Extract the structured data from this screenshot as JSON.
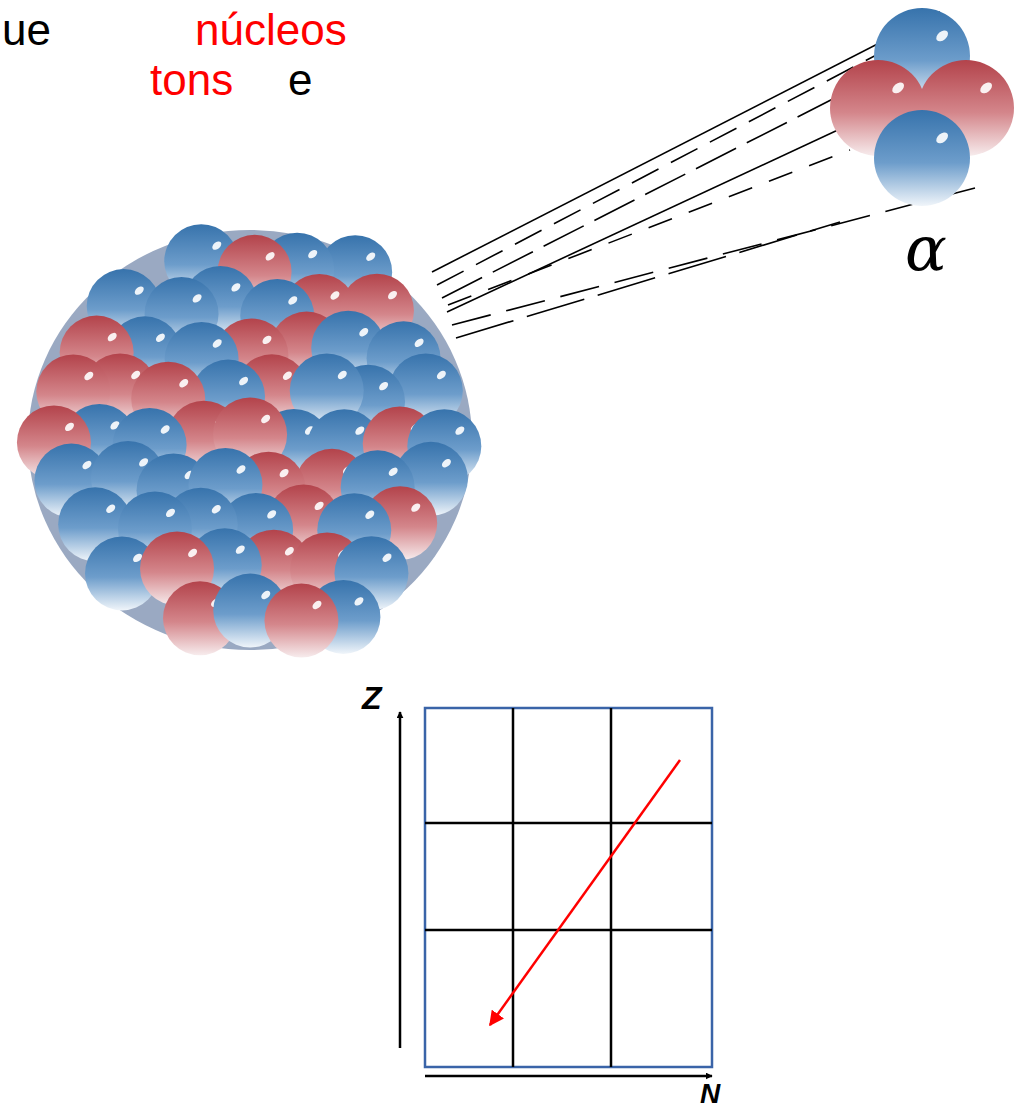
{
  "diagram": {
    "labels": [
      "ue",
      "núcleos",
      "tons",
      "e",
      "α",
      "Z",
      "N"
    ]
  }
}
